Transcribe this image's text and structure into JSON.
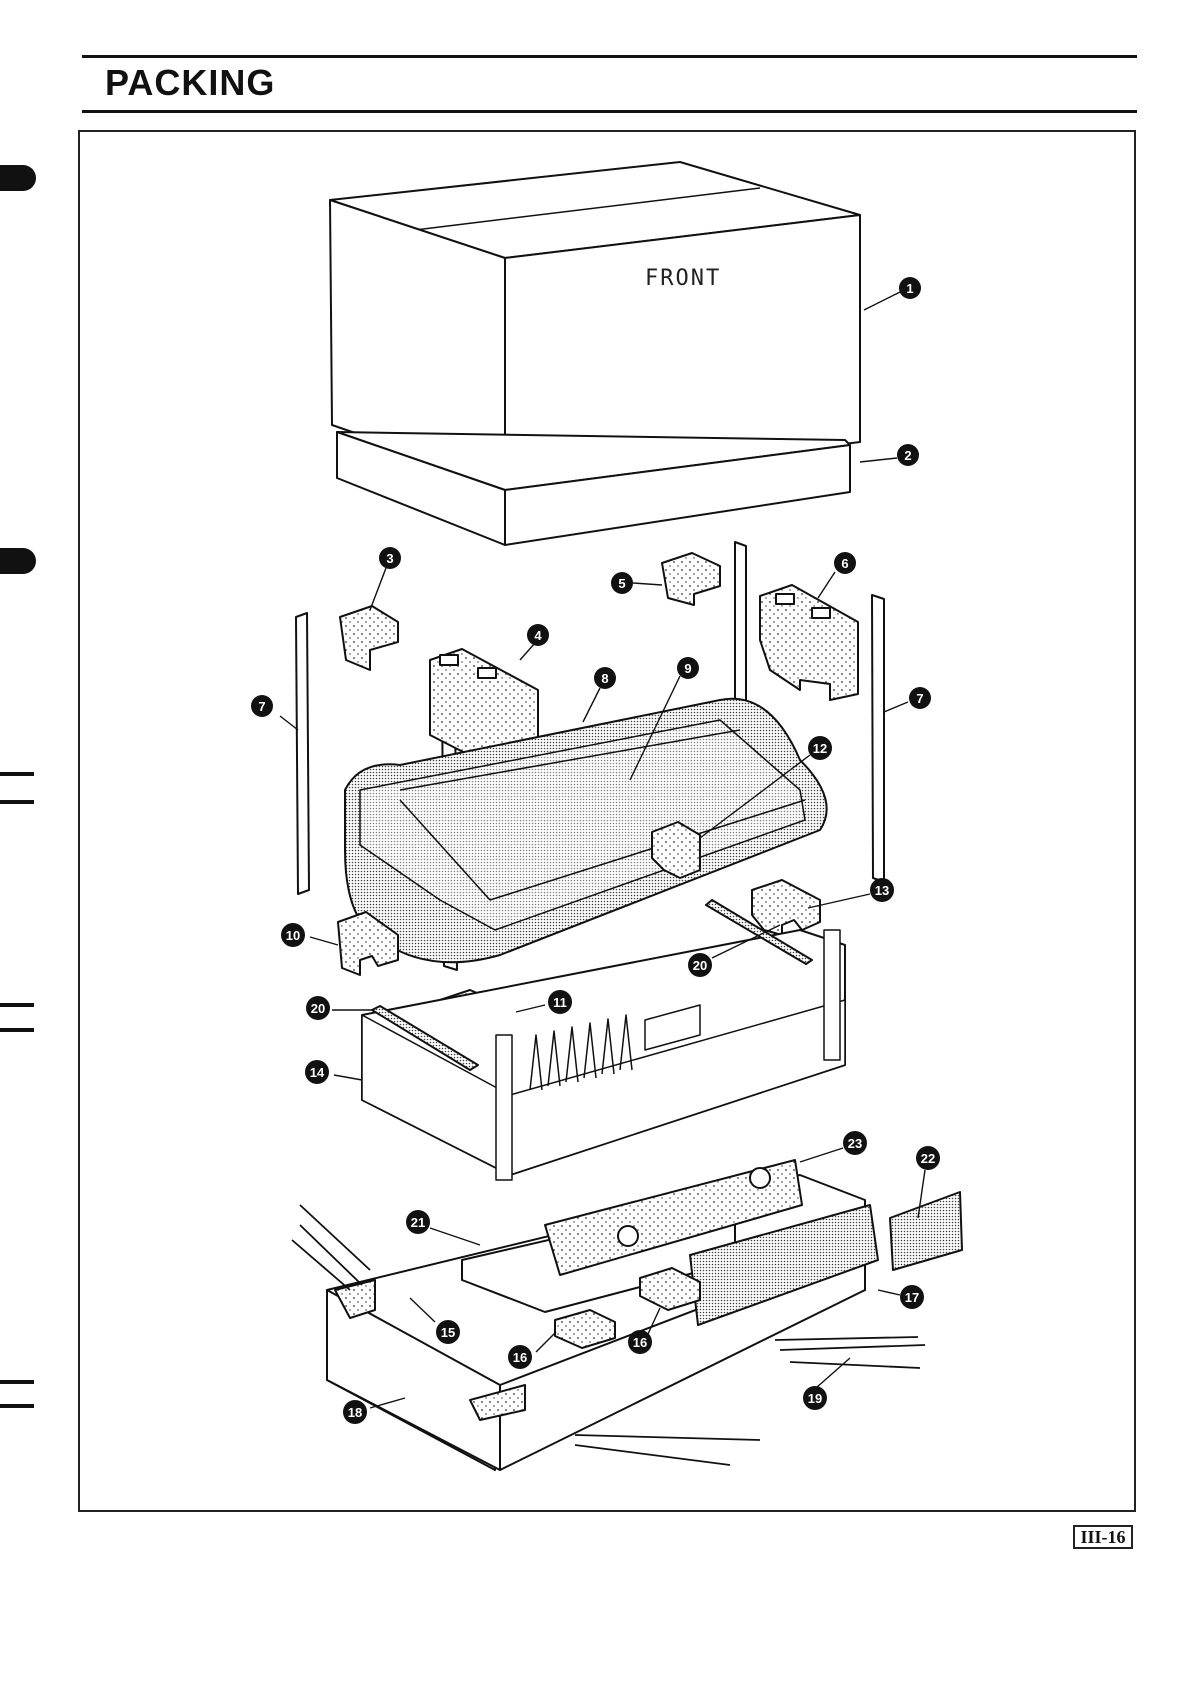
{
  "header": {
    "title": "PACKING"
  },
  "footer": {
    "page_number": "III-16"
  },
  "diagram": {
    "box_label": "FRONT",
    "callouts": [
      {
        "id": "c1",
        "label": "1"
      },
      {
        "id": "c2",
        "label": "2"
      },
      {
        "id": "c3",
        "label": "3"
      },
      {
        "id": "c4",
        "label": "4"
      },
      {
        "id": "c5",
        "label": "5"
      },
      {
        "id": "c6",
        "label": "6"
      },
      {
        "id": "c7a",
        "label": "7"
      },
      {
        "id": "c7b",
        "label": "7"
      },
      {
        "id": "c8",
        "label": "8"
      },
      {
        "id": "c9",
        "label": "9"
      },
      {
        "id": "c10",
        "label": "10"
      },
      {
        "id": "c11",
        "label": "11"
      },
      {
        "id": "c12",
        "label": "12"
      },
      {
        "id": "c13",
        "label": "13"
      },
      {
        "id": "c14",
        "label": "14"
      },
      {
        "id": "c15",
        "label": "15"
      },
      {
        "id": "c16a",
        "label": "16"
      },
      {
        "id": "c16b",
        "label": "16"
      },
      {
        "id": "c17",
        "label": "17"
      },
      {
        "id": "c18",
        "label": "18"
      },
      {
        "id": "c19",
        "label": "19"
      },
      {
        "id": "c20a",
        "label": "20"
      },
      {
        "id": "c20b",
        "label": "20"
      },
      {
        "id": "c21",
        "label": "21"
      },
      {
        "id": "c22",
        "label": "22"
      },
      {
        "id": "c23",
        "label": "23"
      }
    ]
  }
}
